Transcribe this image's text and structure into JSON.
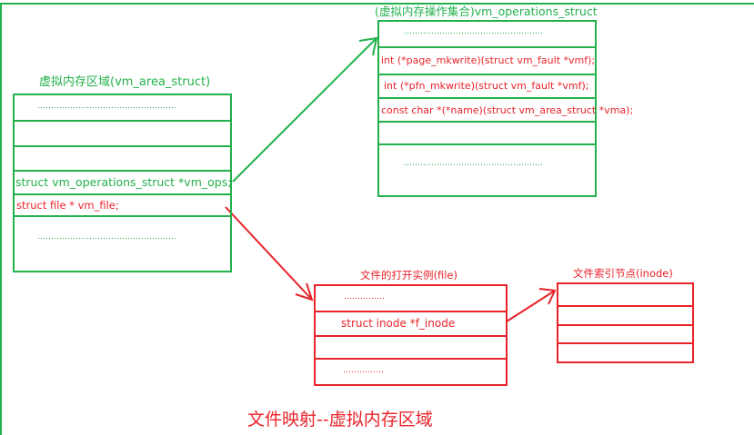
{
  "vm_area_struct": {
    "title": "虚拟内存区域(vm_area_struct)",
    "rows": {
      "dots_top": "……………………………………………",
      "vm_ops": "struct vm_operations_struct *vm_ops;",
      "vm_file": "struct file * vm_file;",
      "dots_bottom": "……………………………………………"
    }
  },
  "vm_operations_struct": {
    "title": "(虚拟内存操作集合)vm_operations_struct",
    "rows": {
      "dots_top": "……………………………………………",
      "page_mkwrite": "int (*page_mkwrite)(struct vm_fault *vmf);",
      "pfn_mkwrite": "int (*pfn_mkwrite)(struct vm_fault *vmf);",
      "name": "const char *(*name)(struct vm_area_struct *vma);",
      "dots_bottom": "……………………………………………"
    }
  },
  "file": {
    "title": "文件的打开实例(file)",
    "rows": {
      "dots_top": "……………",
      "f_inode": "struct inode *f_inode",
      "dots_bottom": "……………"
    }
  },
  "inode": {
    "title": "文件索引节点(inode)"
  },
  "caption": "文件映射--虚拟内存区域",
  "colors": {
    "green": "#22b14c",
    "red": "#e8232a"
  }
}
